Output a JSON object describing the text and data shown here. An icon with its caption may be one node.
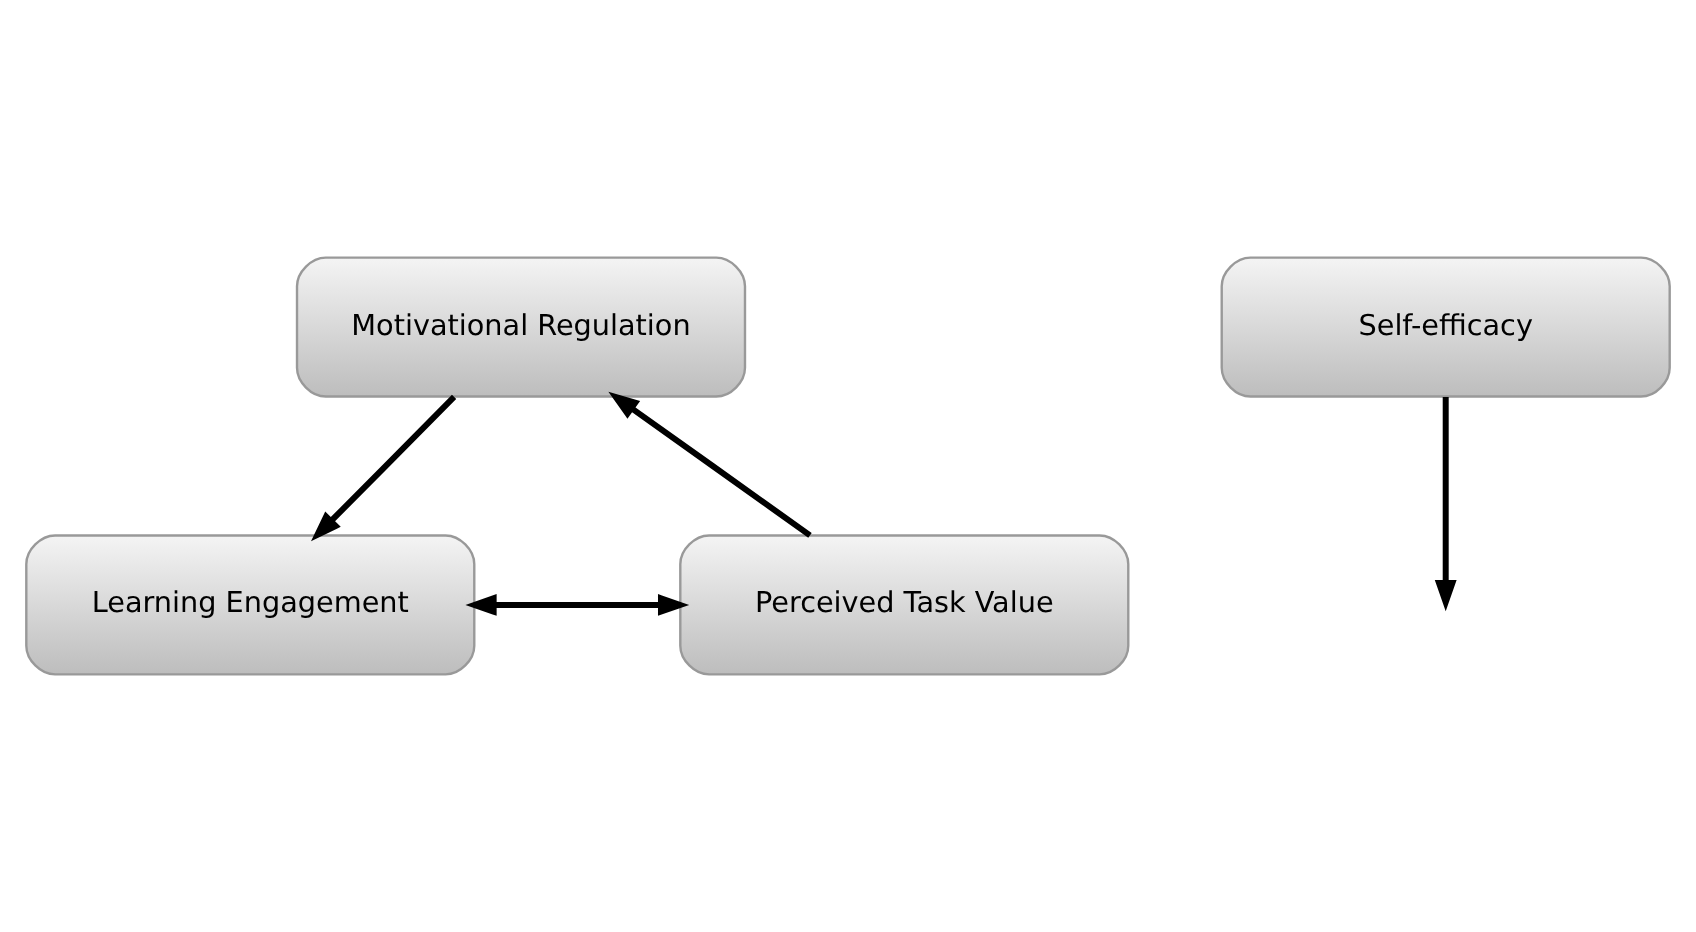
{
  "diagram": {
    "nodes": [
      {
        "text": [
          "Motivational Regulation"
        ]
      },
      {
        "text": [
          "Self-efficacy"
        ]
      },
      {
        "text": [
          "Perceived Task Value"
        ]
      },
      {
        "text": [
          "Learning Engagement"
        ]
      }
    ],
    "edges": [
      {
        "from": 2,
        "to": 0,
        "arrow": "to"
      },
      {
        "from": 0,
        "to": 3,
        "arrow": "to"
      },
      {
        "from": 1,
        "to": null,
        "arrow": "to"
      },
      {
        "from": 2,
        "to": 3,
        "arrow": "both"
      }
    ]
  }
}
